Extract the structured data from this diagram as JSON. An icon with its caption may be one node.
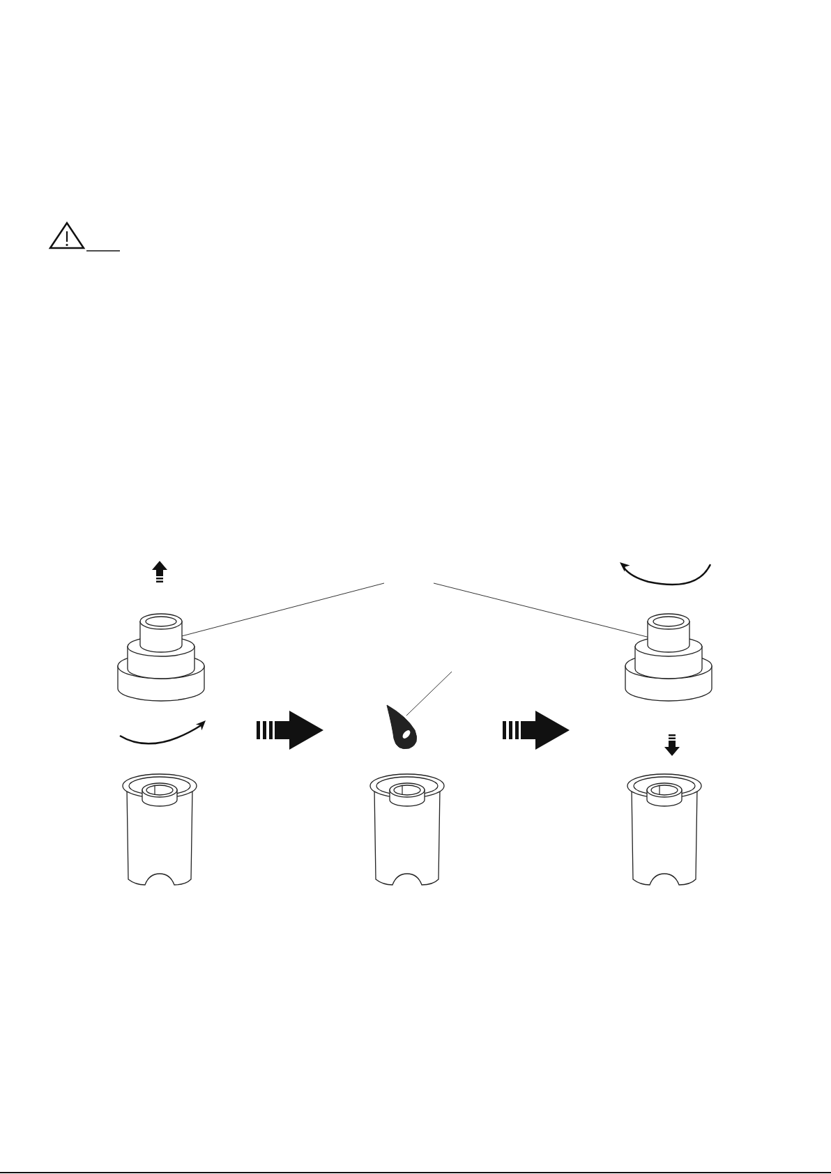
{
  "diagram": {
    "nodes": [
      {
        "text": [],
        "shape": "picture"
      },
      {
        "text": [],
        "shape": "picture"
      },
      {
        "text": [],
        "shape": "picture"
      }
    ],
    "edges": [
      {
        "from": null,
        "to": 0,
        "arrow": "none"
      },
      {
        "from": null,
        "to": 1,
        "arrow": "none"
      },
      {
        "from": null,
        "to": 2,
        "arrow": "none"
      }
    ]
  }
}
